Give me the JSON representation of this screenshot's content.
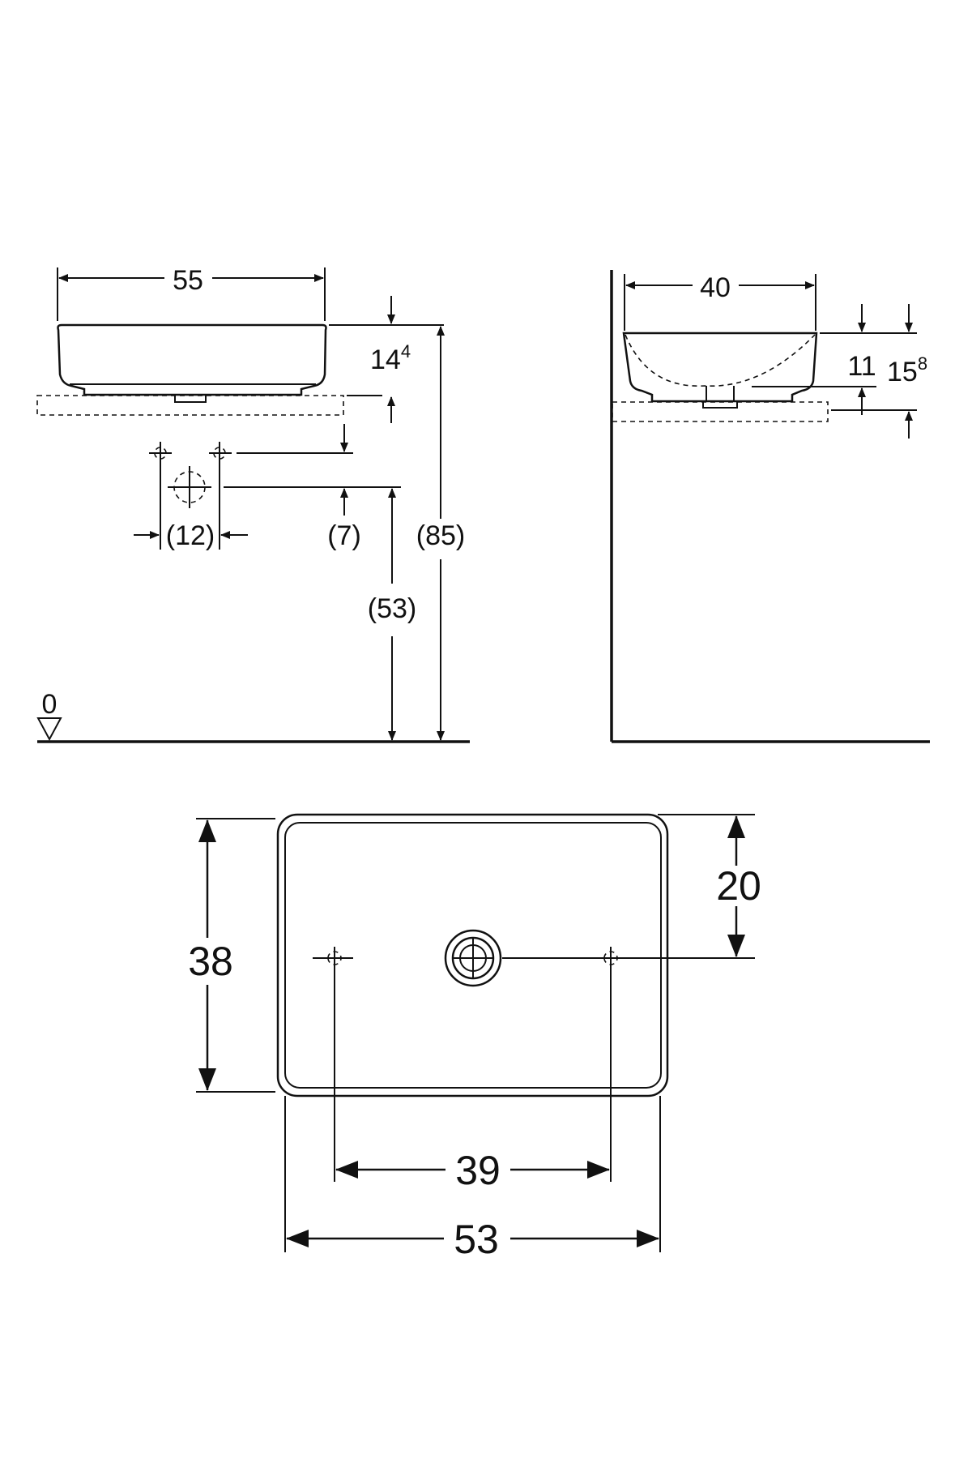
{
  "front_view": {
    "width": "55",
    "height_base": "14",
    "height_sup": "4",
    "tap_spacing": "(12)",
    "tap_offset": "(7)",
    "waste_height": "(53)",
    "total_height": "(85)",
    "floor_label": "0"
  },
  "side_view": {
    "depth": "40",
    "bowl_height": "11",
    "total_base": "15",
    "total_sup": "8"
  },
  "top_view": {
    "depth": "38",
    "waste_offset": "20",
    "tap_spacing": "39",
    "width": "53"
  }
}
